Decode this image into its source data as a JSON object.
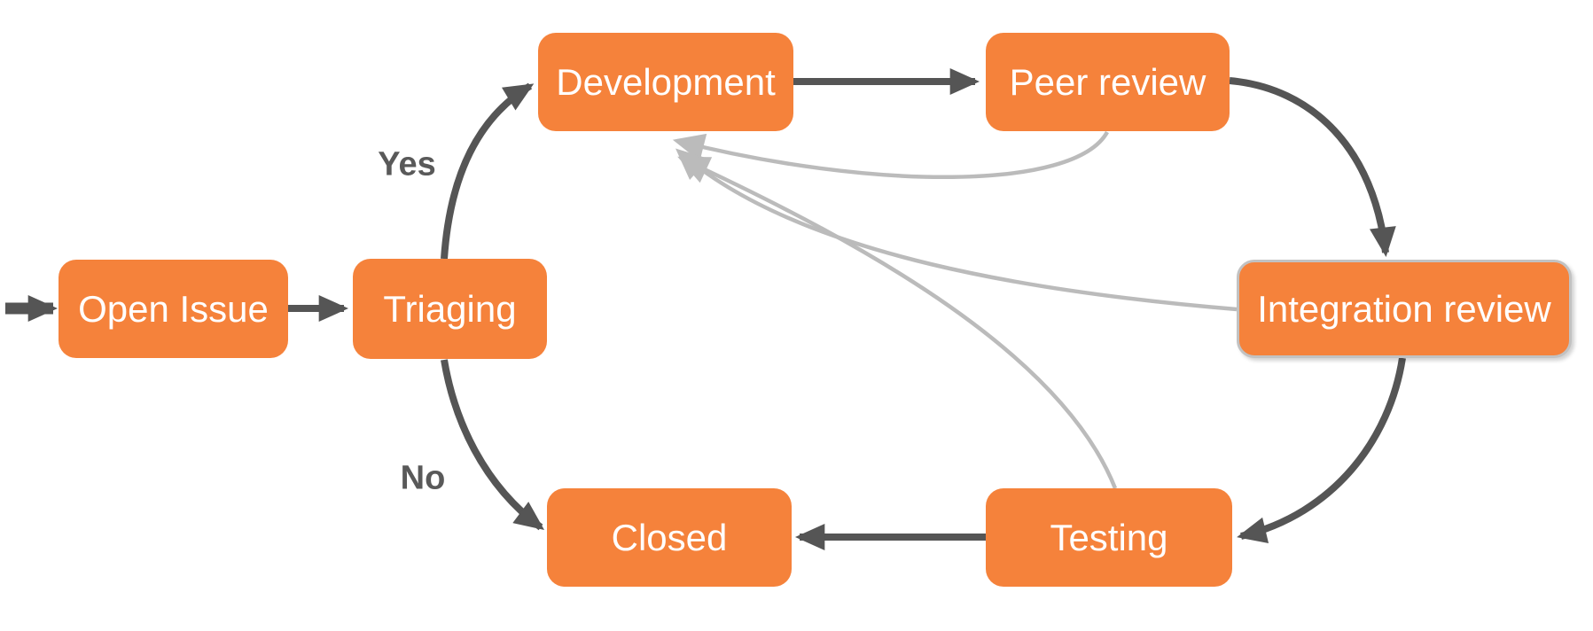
{
  "diagram": {
    "type": "flowchart",
    "background": "#FFFFFF",
    "nodes": [
      {
        "id": "open-issue",
        "label": "Open Issue",
        "selected": false
      },
      {
        "id": "triaging",
        "label": "Triaging",
        "selected": false
      },
      {
        "id": "development",
        "label": "Development",
        "selected": false
      },
      {
        "id": "peer-review",
        "label": "Peer review",
        "selected": false
      },
      {
        "id": "integration-review",
        "label": "Integration review",
        "selected": true
      },
      {
        "id": "testing",
        "label": "Testing",
        "selected": false
      },
      {
        "id": "closed",
        "label": "Closed",
        "selected": false
      }
    ],
    "edge_labels": {
      "yes": "Yes",
      "no": "No"
    },
    "edges": [
      {
        "from": "entry",
        "to": "open-issue",
        "type": "primary",
        "label": ""
      },
      {
        "from": "open-issue",
        "to": "triaging",
        "type": "primary",
        "label": ""
      },
      {
        "from": "triaging",
        "to": "development",
        "type": "primary",
        "label": "Yes"
      },
      {
        "from": "triaging",
        "to": "closed",
        "type": "primary",
        "label": "No"
      },
      {
        "from": "development",
        "to": "peer-review",
        "type": "primary",
        "label": ""
      },
      {
        "from": "peer-review",
        "to": "integration-review",
        "type": "primary",
        "label": ""
      },
      {
        "from": "integration-review",
        "to": "testing",
        "type": "primary",
        "label": ""
      },
      {
        "from": "testing",
        "to": "closed",
        "type": "primary",
        "label": ""
      },
      {
        "from": "peer-review",
        "to": "development",
        "type": "return",
        "label": ""
      },
      {
        "from": "integration-review",
        "to": "development",
        "type": "return",
        "label": ""
      },
      {
        "from": "testing",
        "to": "development",
        "type": "return",
        "label": ""
      }
    ],
    "colors": {
      "node_fill": "#F5823B",
      "node_text": "#FFFFFF",
      "edge_primary": "#555555",
      "edge_return": "#BBBBBB",
      "edge_label_text": "#595959",
      "selected_node_border": "#C2C2C2"
    }
  }
}
